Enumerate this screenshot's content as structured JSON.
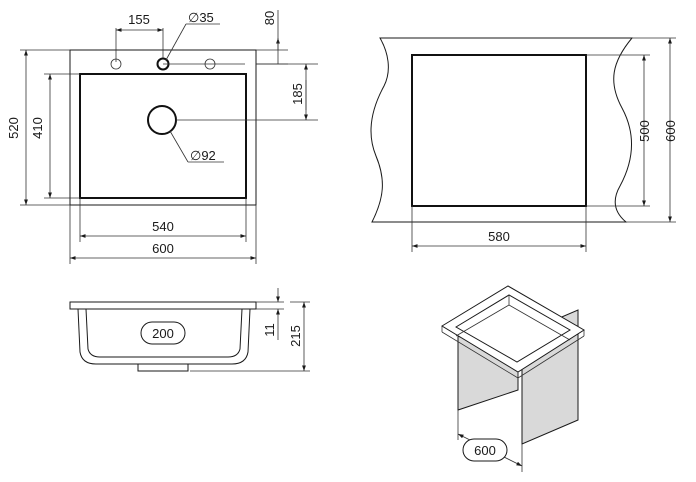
{
  "top_view": {
    "dim_tap_offset": "155",
    "dim_tap_hole": "∅35",
    "dim_tap_edge": "80",
    "dim_drain_offset": "185",
    "dim_outer_depth": "520",
    "dim_bowl_depth": "410",
    "dim_drain_hole": "∅92",
    "dim_bowl_width": "540",
    "dim_outer_width": "600"
  },
  "cutout_view": {
    "dim_cut_height": "500",
    "dim_cabinet_height": "600",
    "dim_cut_width": "580"
  },
  "section_view": {
    "dim_drain_pipe": "200",
    "dim_rim": "11",
    "dim_total_height": "215"
  },
  "cabinet_view": {
    "dim_cabinet_width": "600"
  },
  "colors": {
    "line": "#1a1a1a",
    "cabinet_fill": "#d9d9d9"
  }
}
